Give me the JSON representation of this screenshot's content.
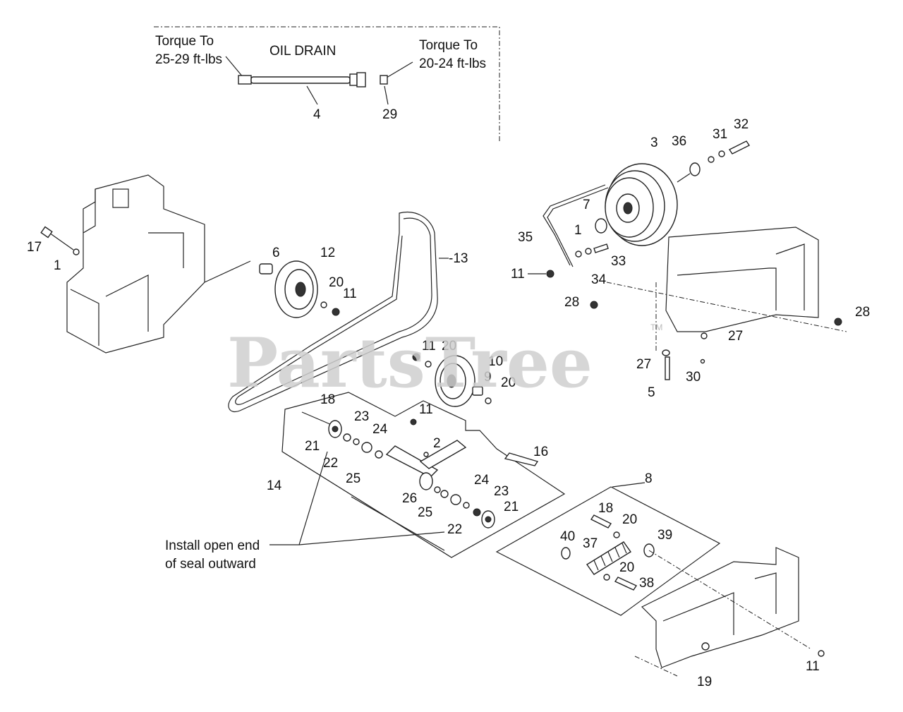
{
  "watermark": "PartsTree",
  "watermark_mark": "TM",
  "oil_drain": {
    "title": "OIL DRAIN",
    "torque_left_line1": "Torque To",
    "torque_left_line2": "25-29 ft-lbs",
    "torque_right_line1": "Torque To",
    "torque_right_line2": "20-24 ft-lbs"
  },
  "seal_note": {
    "line1": "Install open end",
    "line2": "of seal outward"
  },
  "callouts": {
    "c4": "4",
    "c29": "29",
    "c3": "3",
    "c36": "36",
    "c31": "31",
    "c32": "32",
    "c7": "7",
    "c35": "35",
    "c1a": "1",
    "c33": "33",
    "c34": "34",
    "c11a": "11",
    "c28a": "28",
    "c28b": "28",
    "c27a": "27",
    "c27b": "27",
    "c30": "30",
    "c5": "5",
    "c17": "17",
    "c1b": "1",
    "c6": "6",
    "c12": "12",
    "c20a": "20",
    "c11b": "11",
    "c13": "-13",
    "c11c": "11",
    "c20b": "20",
    "c10": "10",
    "c9": "9",
    "c20c": "20",
    "c18a": "18",
    "c11d": "11",
    "c23a": "23",
    "c24a": "24",
    "c21a": "21",
    "c22a": "22",
    "c2": "2",
    "c16": "16",
    "c25a": "25",
    "c14": "14",
    "c26": "26",
    "c24b": "24",
    "c25b": "25",
    "c23b": "23",
    "c21b": "21",
    "c22b": "22",
    "c8": "8",
    "c18b": "18",
    "c20d": "20",
    "c40": "40",
    "c37": "37",
    "c39": "39",
    "c20e": "20",
    "c38": "38",
    "c19": "19",
    "c11e": "11"
  }
}
